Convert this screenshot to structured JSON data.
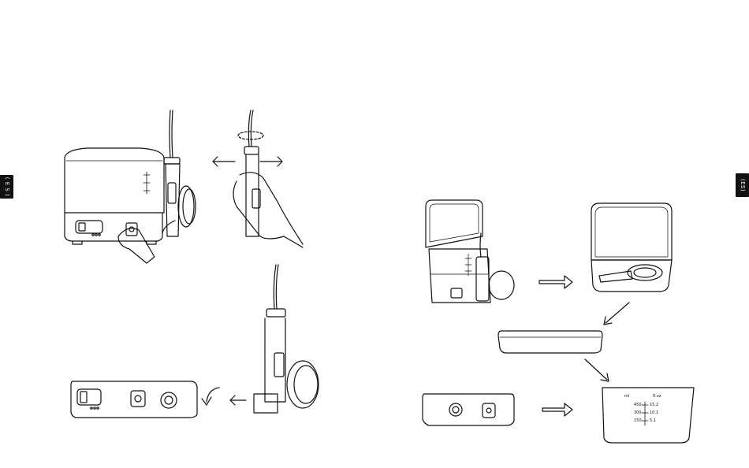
{
  "language_tab": {
    "left_label": "( E S )",
    "right_label": "(ES)"
  },
  "reservoir_scale": {
    "ml_unit": "ml",
    "oz_unit": "fl.oz",
    "ml_marks": [
      "450",
      "300",
      "150"
    ],
    "oz_marks": [
      "15.2",
      "10.1",
      "5.1"
    ]
  },
  "colors": {
    "line": "#111111",
    "tab": "#111111",
    "background": "#ffffff"
  }
}
